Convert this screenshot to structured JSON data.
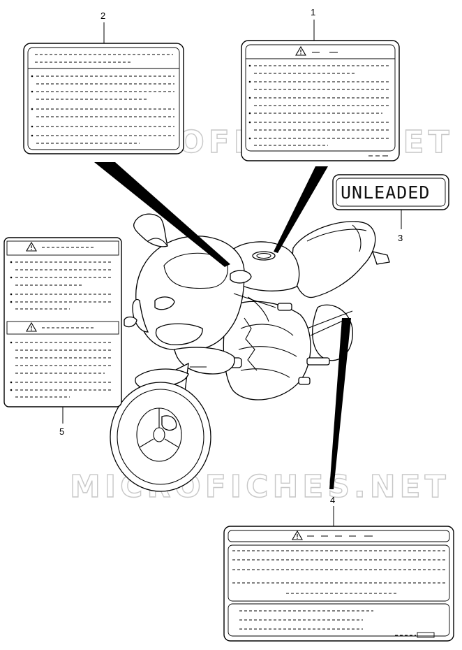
{
  "diagram": {
    "callouts": [
      {
        "id": "1",
        "label": "1"
      },
      {
        "id": "2",
        "label": "2"
      },
      {
        "id": "3",
        "label": "3"
      },
      {
        "id": "4",
        "label": "4"
      },
      {
        "id": "5",
        "label": "5"
      }
    ],
    "unleaded_label": "UNLEADED",
    "watermark": "MICROFICHES.NET",
    "warning_icon": "warning-triangle-icon"
  }
}
